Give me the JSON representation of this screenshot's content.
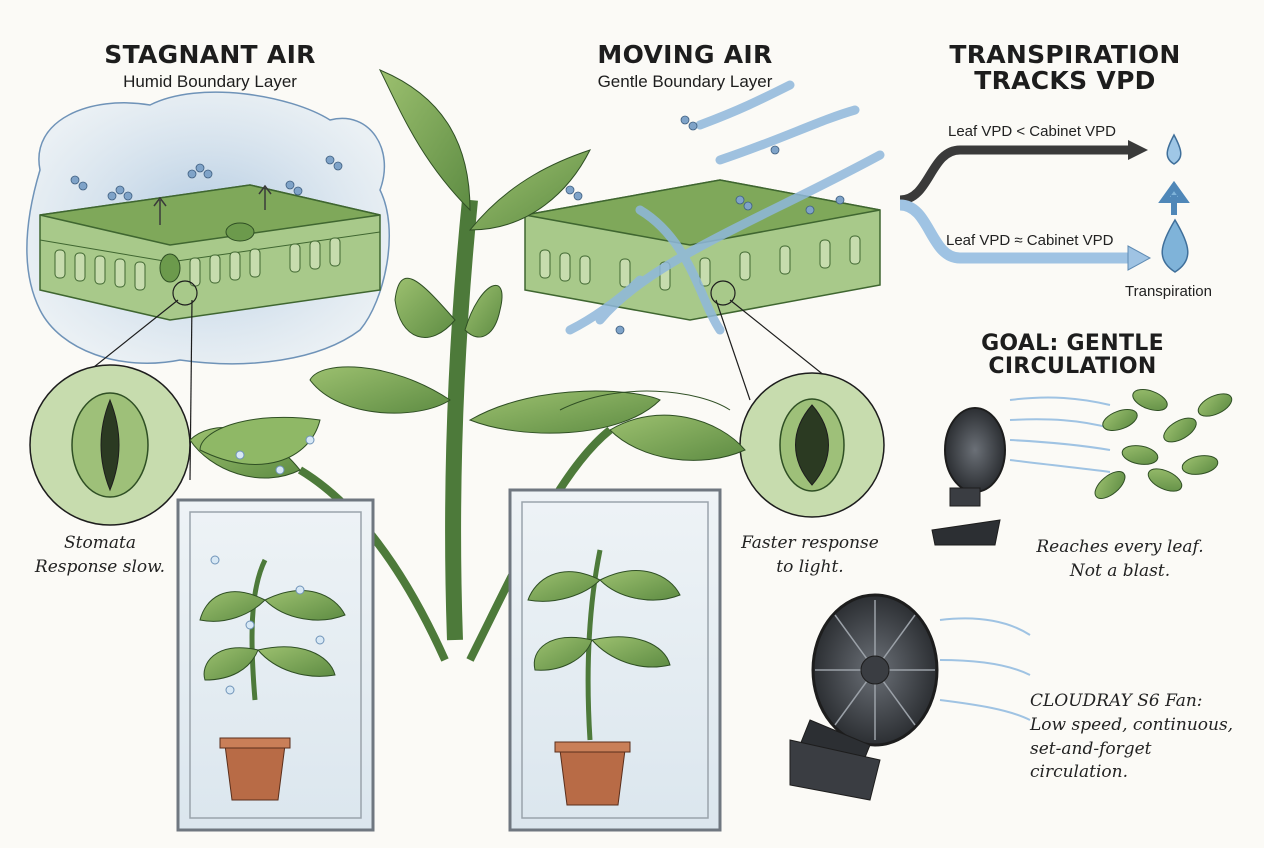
{
  "panels": {
    "stagnant": {
      "title": "STAGNANT AIR",
      "subtitle": "Humid Boundary Layer",
      "caption": [
        "Stomata",
        "Response slow."
      ]
    },
    "moving": {
      "title": "MOVING AIR",
      "subtitle": "Gentle Boundary Layer",
      "caption": [
        "Faster response",
        "to light."
      ]
    }
  },
  "transpiration": {
    "title": [
      "TRANSPIRATION",
      "TRACKS VPD"
    ],
    "arrow_top": "Leaf VPD < Cabinet VPD",
    "arrow_bottom": "Leaf VPD ≈ Cabinet VPD",
    "label": "Transpiration"
  },
  "goal": {
    "title": "GOAL: GENTLE CIRCULATION",
    "caption": [
      "Reaches every leaf.",
      "Not a blast."
    ]
  },
  "fan": {
    "caption": [
      "CLOUDRAY S6 Fan:",
      "Low speed, continuous,",
      "set-and-forget",
      "circulation."
    ]
  },
  "colors": {
    "leaf": "#7fa85a",
    "leaf_dark": "#4d7a3a",
    "water": "#7fb3d9",
    "air_stagnant": "#a9c4de",
    "pot": "#b86b46",
    "fan": "#3a3d42"
  },
  "icons": [
    "plant-icon",
    "leaf-cross-section-icon",
    "stomata-icon",
    "water-droplet-icon",
    "fan-icon",
    "clip-icon",
    "arrow-icon"
  ]
}
